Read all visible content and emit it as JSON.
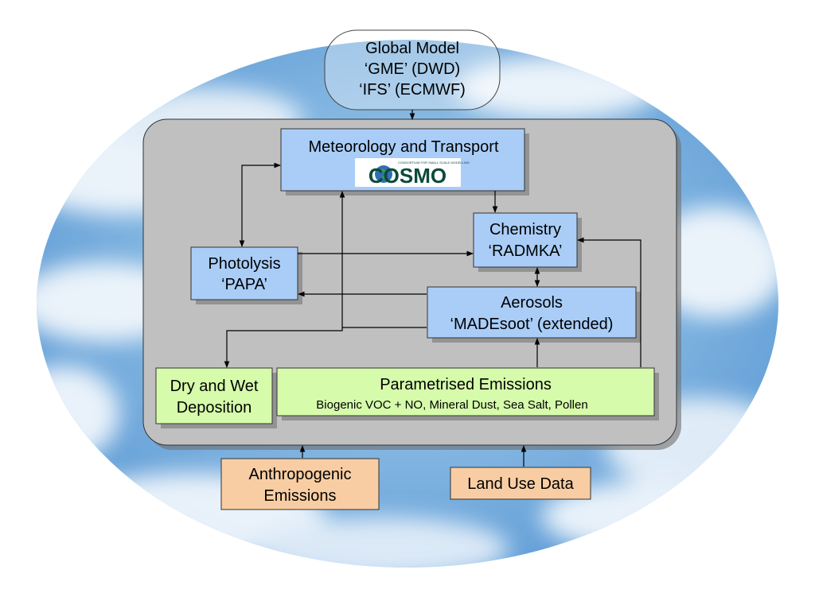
{
  "global_model": {
    "line1": "Global Model",
    "line2": "‘GME’ (DWD)",
    "line3": "‘IFS’ (ECMWF)"
  },
  "meteorology": {
    "title": "Meteorology and Transport",
    "logo_text": "COSMO",
    "logo_tagline": "CONSORTIUM FOR SMALL SCALE MODELLING"
  },
  "chemistry": {
    "line1": "Chemistry",
    "line2": "‘RADMKA’"
  },
  "photolysis": {
    "line1": "Photolysis",
    "line2": "‘PAPA’"
  },
  "aerosols": {
    "line1": "Aerosols",
    "line2": "‘MADEsoot’ (extended)"
  },
  "deposition": {
    "line1": "Dry and Wet",
    "line2": "Deposition"
  },
  "emissions": {
    "title": "Parametrised Emissions",
    "subtitle": "Biogenic VOC + NO,  Mineral Dust, Sea Salt, Pollen"
  },
  "anthropogenic": {
    "line1": "Anthropogenic",
    "line2": "Emissions"
  },
  "land_use": {
    "label": "Land Use Data"
  },
  "colors": {
    "sky": "#7fb3e0",
    "frame": "#c0c0c0",
    "blue_box": "#a9cdf7",
    "green_box": "#d6fbab",
    "orange_box": "#f9cda3",
    "shadow": "#8c8c8c"
  }
}
